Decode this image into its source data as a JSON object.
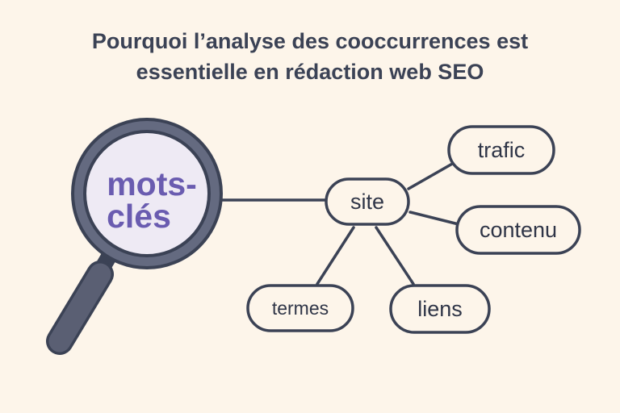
{
  "title": {
    "line1": "Pourquoi l’analyse des cooccurrences est",
    "line2": "essentielle en rédaction web SEO"
  },
  "magnifier": {
    "label_line1": "mots-",
    "label_line2": "clés",
    "icon": "magnifying-glass-icon"
  },
  "nodes": {
    "center": "site",
    "trafic": "trafic",
    "contenu": "contenu",
    "termes": "termes",
    "liens": "liens"
  },
  "colors": {
    "background": "#fdf5ea",
    "outline": "#3b4255",
    "lens_text": "#6a5cb0",
    "lens_fill": "#eeeaf4",
    "handle": "#5a5f73"
  }
}
